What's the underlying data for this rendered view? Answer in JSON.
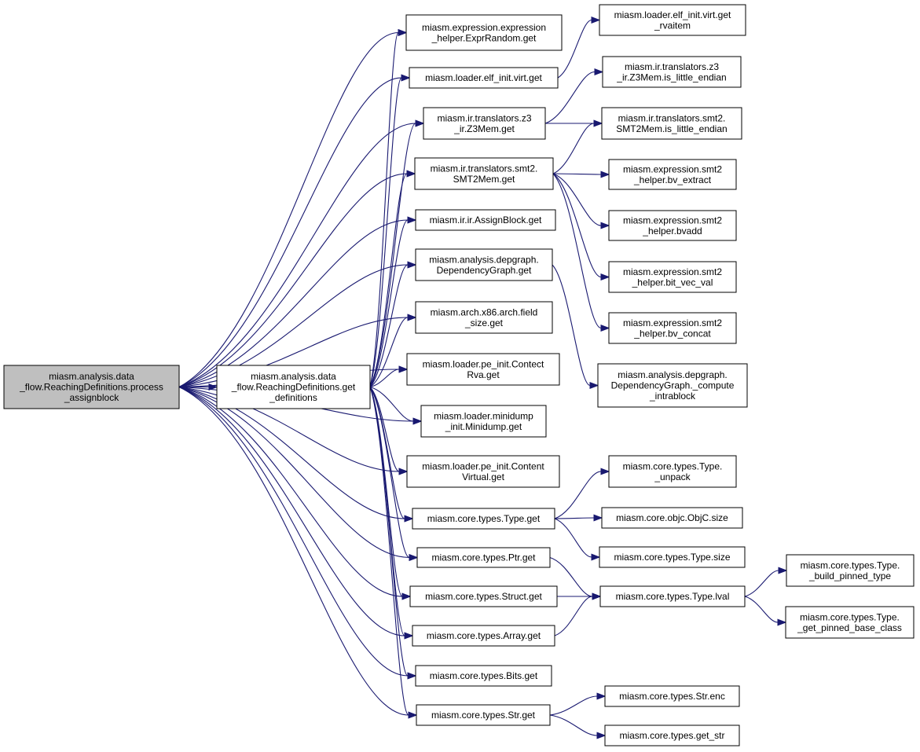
{
  "colors": {
    "edge": "#191970",
    "root_fill": "#bfbfbf",
    "node_fill": "#ffffff",
    "border": "#000000"
  },
  "nodes": [
    {
      "id": "root",
      "lines": [
        "miasm.analysis.data",
        "_flow.ReachingDefinitions.process",
        "_assignblock"
      ],
      "root": true
    },
    {
      "id": "getdef",
      "lines": [
        "miasm.analysis.data",
        "_flow.ReachingDefinitions.get",
        "_definitions"
      ]
    },
    {
      "id": "exprrandom",
      "lines": [
        "miasm.expression.expression",
        "_helper.ExprRandom.get"
      ]
    },
    {
      "id": "elfvirt",
      "lines": [
        "miasm.loader.elf_init.virt.get"
      ]
    },
    {
      "id": "z3mem",
      "lines": [
        "miasm.ir.translators.z3",
        "_ir.Z3Mem.get"
      ]
    },
    {
      "id": "smt2mem",
      "lines": [
        "miasm.ir.translators.smt2.",
        "SMT2Mem.get"
      ]
    },
    {
      "id": "assignblock",
      "lines": [
        "miasm.ir.ir.AssignBlock.get"
      ]
    },
    {
      "id": "depgraph",
      "lines": [
        "miasm.analysis.depgraph.",
        "DependencyGraph.get"
      ]
    },
    {
      "id": "fieldsize",
      "lines": [
        "miasm.arch.x86.arch.field",
        "_size.get"
      ]
    },
    {
      "id": "contectrva",
      "lines": [
        "miasm.loader.pe_init.Contect",
        "Rva.get"
      ]
    },
    {
      "id": "minidump",
      "lines": [
        "miasm.loader.minidump",
        "_init.Minidump.get"
      ]
    },
    {
      "id": "contentvirtual",
      "lines": [
        "miasm.loader.pe_init.Content",
        "Virtual.get"
      ]
    },
    {
      "id": "typeget",
      "lines": [
        "miasm.core.types.Type.get"
      ]
    },
    {
      "id": "ptrget",
      "lines": [
        "miasm.core.types.Ptr.get"
      ]
    },
    {
      "id": "structget",
      "lines": [
        "miasm.core.types.Struct.get"
      ]
    },
    {
      "id": "arrayget",
      "lines": [
        "miasm.core.types.Array.get"
      ]
    },
    {
      "id": "bitsget",
      "lines": [
        "miasm.core.types.Bits.get"
      ]
    },
    {
      "id": "strget",
      "lines": [
        "miasm.core.types.Str.get"
      ]
    },
    {
      "id": "rvaitem",
      "lines": [
        "miasm.loader.elf_init.virt.get",
        "_rvaitem"
      ]
    },
    {
      "id": "z3little",
      "lines": [
        "miasm.ir.translators.z3",
        "_ir.Z3Mem.is_little_endian"
      ]
    },
    {
      "id": "smt2little",
      "lines": [
        "miasm.ir.translators.smt2.",
        "SMT2Mem.is_little_endian"
      ]
    },
    {
      "id": "bvextract",
      "lines": [
        "miasm.expression.smt2",
        "_helper.bv_extract"
      ]
    },
    {
      "id": "bvadd",
      "lines": [
        "miasm.expression.smt2",
        "_helper.bvadd"
      ]
    },
    {
      "id": "bitvecval",
      "lines": [
        "miasm.expression.smt2",
        "_helper.bit_vec_val"
      ]
    },
    {
      "id": "bvconcat",
      "lines": [
        "miasm.expression.smt2",
        "_helper.bv_concat"
      ]
    },
    {
      "id": "computeintra",
      "lines": [
        "miasm.analysis.depgraph.",
        "DependencyGraph._compute",
        "_intrablock"
      ]
    },
    {
      "id": "unpack",
      "lines": [
        "miasm.core.types.Type.",
        "_unpack"
      ]
    },
    {
      "id": "objcsize",
      "lines": [
        "miasm.core.objc.ObjC.size"
      ]
    },
    {
      "id": "typesize",
      "lines": [
        "miasm.core.types.Type.size"
      ]
    },
    {
      "id": "lval",
      "lines": [
        "miasm.core.types.Type.lval"
      ]
    },
    {
      "id": "buildpinned",
      "lines": [
        "miasm.core.types.Type.",
        "_build_pinned_type"
      ]
    },
    {
      "id": "pinnedbase",
      "lines": [
        "miasm.core.types.Type.",
        "_get_pinned_base_class"
      ]
    },
    {
      "id": "strenc",
      "lines": [
        "miasm.core.types.Str.enc"
      ]
    },
    {
      "id": "getstr",
      "lines": [
        "miasm.core.types.get_str"
      ]
    }
  ],
  "edges": [
    [
      "root",
      "getdef"
    ],
    [
      "root",
      "exprrandom"
    ],
    [
      "root",
      "elfvirt"
    ],
    [
      "root",
      "z3mem"
    ],
    [
      "root",
      "smt2mem"
    ],
    [
      "root",
      "assignblock"
    ],
    [
      "root",
      "depgraph"
    ],
    [
      "root",
      "fieldsize"
    ],
    [
      "root",
      "contectrva"
    ],
    [
      "root",
      "minidump"
    ],
    [
      "root",
      "contentvirtual"
    ],
    [
      "root",
      "typeget"
    ],
    [
      "root",
      "ptrget"
    ],
    [
      "root",
      "structget"
    ],
    [
      "root",
      "arrayget"
    ],
    [
      "root",
      "bitsget"
    ],
    [
      "root",
      "strget"
    ],
    [
      "getdef",
      "exprrandom"
    ],
    [
      "getdef",
      "elfvirt"
    ],
    [
      "getdef",
      "z3mem"
    ],
    [
      "getdef",
      "smt2mem"
    ],
    [
      "getdef",
      "assignblock"
    ],
    [
      "getdef",
      "depgraph"
    ],
    [
      "getdef",
      "fieldsize"
    ],
    [
      "getdef",
      "contectrva"
    ],
    [
      "getdef",
      "minidump"
    ],
    [
      "getdef",
      "contentvirtual"
    ],
    [
      "getdef",
      "typeget"
    ],
    [
      "getdef",
      "ptrget"
    ],
    [
      "getdef",
      "structget"
    ],
    [
      "getdef",
      "arrayget"
    ],
    [
      "getdef",
      "bitsget"
    ],
    [
      "getdef",
      "strget"
    ],
    [
      "elfvirt",
      "rvaitem"
    ],
    [
      "z3mem",
      "z3little"
    ],
    [
      "z3mem",
      "smt2little"
    ],
    [
      "smt2mem",
      "smt2little"
    ],
    [
      "smt2mem",
      "bvextract"
    ],
    [
      "smt2mem",
      "bvadd"
    ],
    [
      "smt2mem",
      "bitvecval"
    ],
    [
      "smt2mem",
      "bvconcat"
    ],
    [
      "depgraph",
      "computeintra"
    ],
    [
      "typeget",
      "unpack"
    ],
    [
      "typeget",
      "objcsize"
    ],
    [
      "typeget",
      "typesize"
    ],
    [
      "ptrget",
      "lval"
    ],
    [
      "structget",
      "lval"
    ],
    [
      "arrayget",
      "lval"
    ],
    [
      "lval",
      "buildpinned"
    ],
    [
      "lval",
      "pinnedbase"
    ],
    [
      "strget",
      "strenc"
    ],
    [
      "strget",
      "getstr"
    ]
  ]
}
